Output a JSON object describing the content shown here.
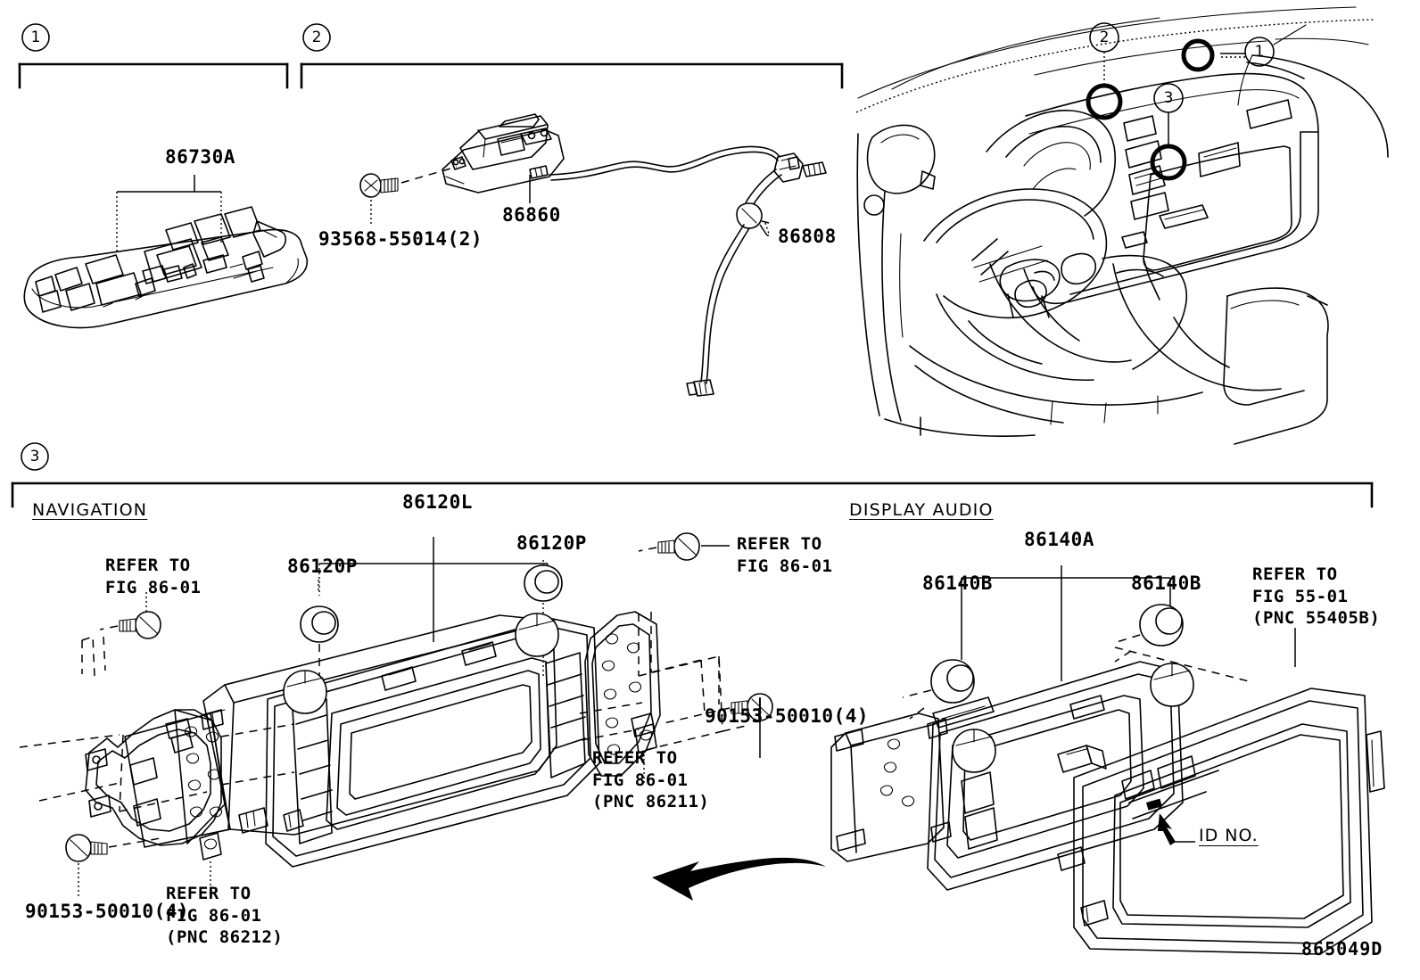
{
  "diagram": {
    "figure_id": "865049D",
    "sections": [
      {
        "number": "1",
        "bracket": true
      },
      {
        "number": "2",
        "bracket": true
      },
      {
        "number": "3",
        "bracket": true
      }
    ]
  },
  "section1": {
    "marker": "1",
    "parts": [
      {
        "label": "86730A",
        "name": "overhead-console-assembly"
      }
    ]
  },
  "section2": {
    "marker": "2",
    "parts": [
      {
        "label": "93568-55014(2)",
        "name": "screw"
      },
      {
        "label": "86860",
        "name": "antenna-assembly"
      },
      {
        "label": "86808",
        "name": "antenna-cord"
      }
    ]
  },
  "dashboard": {
    "callouts": [
      {
        "number": "1",
        "name": "callout-1"
      },
      {
        "number": "2",
        "name": "callout-2"
      },
      {
        "number": "3",
        "name": "callout-3"
      }
    ]
  },
  "section3": {
    "marker": "3",
    "navigation": {
      "title": "NAVIGATION",
      "labels": [
        {
          "text": "REFER TO\nFIG 86-01",
          "name": "refer-fig-86-01-left"
        },
        {
          "text": "86120P",
          "name": "bushing-left"
        },
        {
          "text": "86120L",
          "name": "navigation-receiver-assembly"
        },
        {
          "text": "86120P",
          "name": "bushing-right"
        },
        {
          "text": "REFER TO\nFIG 86-01",
          "name": "refer-fig-86-01-top-right"
        },
        {
          "text": "90153-50010(4)",
          "name": "screw-right"
        },
        {
          "text": "REFER TO\nFIG 86-01\n(PNC 86211)",
          "name": "refer-fig-86-01-pnc-86211"
        },
        {
          "text": "90153-50010(4)",
          "name": "screw-bottom-left"
        },
        {
          "text": "REFER TO\nFIG 86-01\n(PNC 86212)",
          "name": "refer-fig-86-01-pnc-86212"
        }
      ]
    },
    "display_audio": {
      "title": "DISPLAY AUDIO",
      "labels": [
        {
          "text": "86140A",
          "name": "display-audio-receiver-assembly"
        },
        {
          "text": "86140B",
          "name": "bushing-left"
        },
        {
          "text": "86140B",
          "name": "bushing-right"
        },
        {
          "text": "REFER TO\nFIG 55-01\n(PNC 55405B)",
          "name": "refer-fig-55-01-pnc-55405b"
        },
        {
          "text": "ID NO.",
          "name": "id-no-callout"
        }
      ]
    }
  }
}
